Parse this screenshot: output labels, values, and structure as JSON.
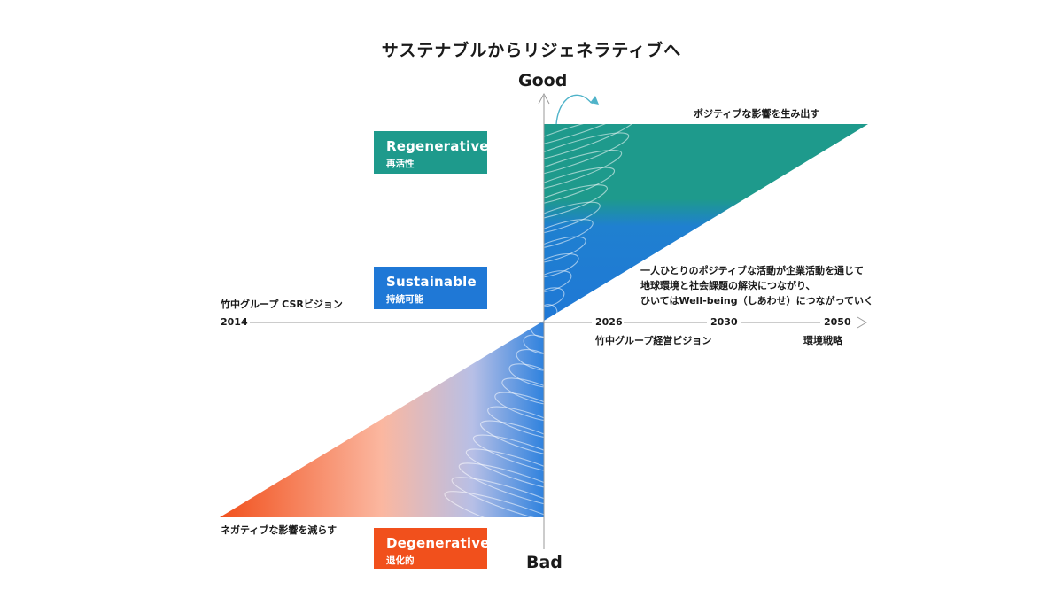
{
  "title": "サステナブルからリジェネラティブへ",
  "axis": {
    "top_label": "Good",
    "bottom_label": "Bad",
    "timeline": [
      "2014",
      "2026",
      "2030",
      "2050"
    ]
  },
  "labels": {
    "positive_impact": "ポジティブな影響を生み出す",
    "negative_impact": "ネガティブな影響を減らす",
    "csr_vision": "竹中グループ CSRビジョン",
    "management_vision": "竹中グループ経営ビジョン",
    "environment_strategy": "環境戦略"
  },
  "categories": {
    "regenerative": {
      "en": "Regenerative",
      "ja": "再活性",
      "color": "#1e9a8c"
    },
    "sustainable": {
      "en": "Sustainable",
      "ja": "持続可能",
      "color": "#1f78d6"
    },
    "degenerative": {
      "en": "Degenerative",
      "ja": "退化的",
      "color": "#f1501c"
    }
  },
  "description": [
    "一人ひとりのポジティブな活動が企業活動を通じて",
    "地球環境と社会課題の解決につながり、",
    "ひいてはWell-being（しあわせ）につながっていく"
  ],
  "colors": {
    "teal": "#1e9a8c",
    "blue": "#1f78d6",
    "orange": "#f1501c",
    "axis": "#9a9a9a"
  }
}
